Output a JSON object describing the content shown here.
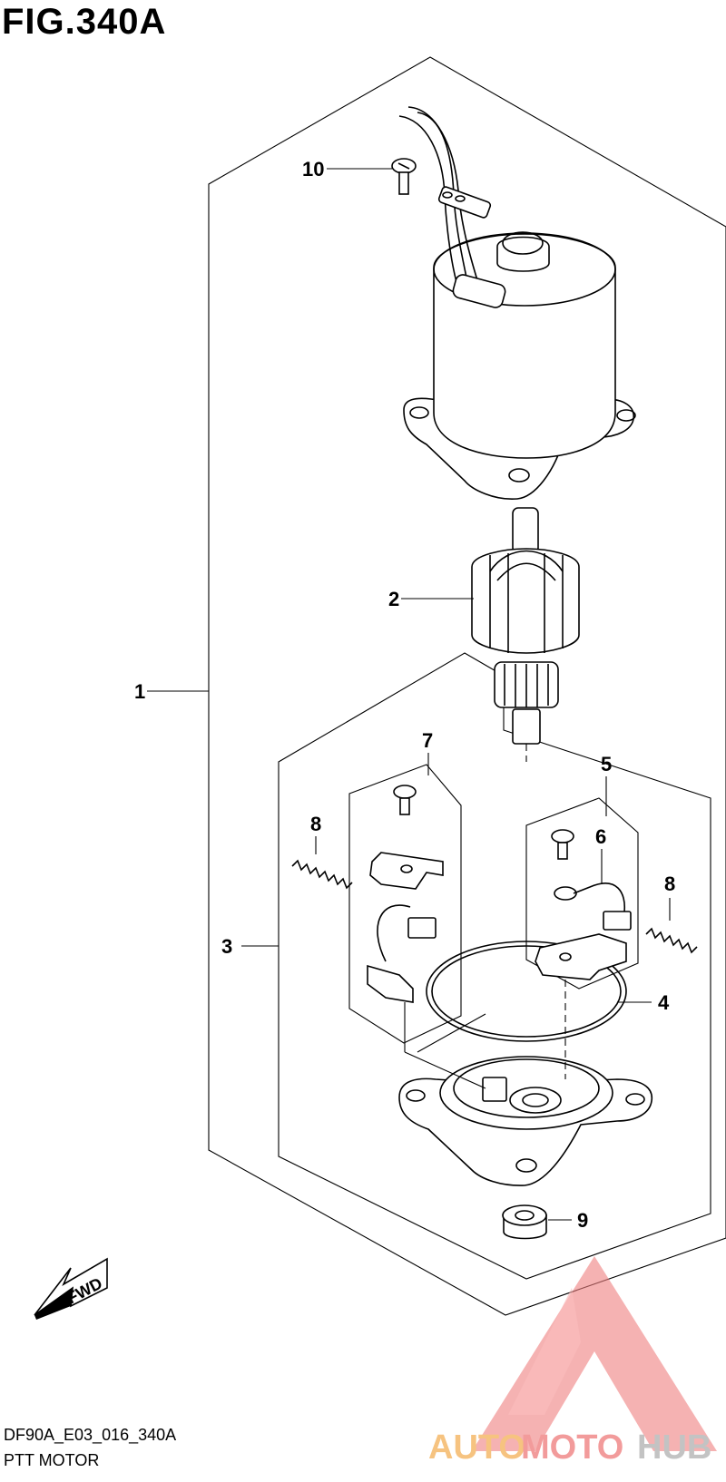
{
  "figure": {
    "title": "FIG.340A",
    "code": "DF90A_E03_016_340A",
    "name": "PTT MOTOR"
  },
  "callouts": {
    "c1": "1",
    "c2": "2",
    "c3": "3",
    "c4": "4",
    "c5": "5",
    "c6": "6",
    "c7": "7",
    "c8a": "8",
    "c8b": "8",
    "c9": "9",
    "c10": "10"
  },
  "fwd_label": "FWD",
  "watermark": {
    "text_auto": "AUTO",
    "text_moto": "MOTO",
    "text_hub": "HUB",
    "colors": {
      "auto": "#f5b96a",
      "moto": "#f08a8a",
      "hub": "#b9b9b9",
      "triangle": "#f07f7f"
    }
  }
}
